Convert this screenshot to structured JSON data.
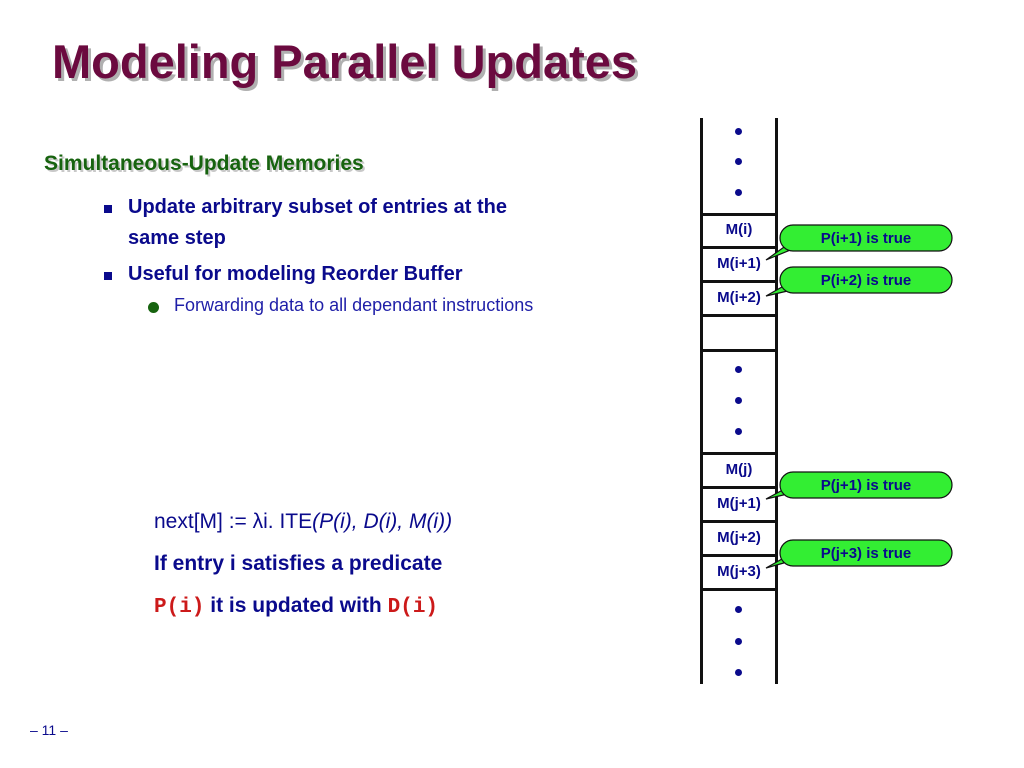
{
  "slide": {
    "title": "Modeling Parallel Updates",
    "heading": "Simultaneous-Update Memories",
    "bullets": [
      {
        "line1": "Update arbitrary subset of entries at the",
        "line2": "same step"
      },
      {
        "line1": "Useful for modeling Reorder Buffer"
      }
    ],
    "sub_bullet": "Forwarding data to all dependant instructions",
    "formula": {
      "lhs": "next[M]  := ",
      "lambda": "λ",
      "mid": "i. ITE",
      "args": "(P(i), D(i), M(i))"
    },
    "line_if": "If entry i  satisfies a predicate",
    "line_update": {
      "pred": "P(i)",
      "text": "it is updated with",
      "data": "D(i)"
    },
    "footer": "– 11 –"
  },
  "memory": {
    "cells": [
      "M(i)",
      "M(i+1)",
      "M(i+2)",
      "",
      "M(j)",
      "M(j+1)",
      "M(j+2)",
      "M(j+3)"
    ],
    "callouts": [
      "P(i+1) is true",
      "P(i+2) is true",
      "P(j+1) is true",
      "P(j+3) is true"
    ]
  },
  "colors": {
    "title": "#6b0a3f",
    "heading": "#17630f",
    "text": "#0a0a8c",
    "code": "#cc1a1a",
    "callout_fill": "#33ee33"
  }
}
